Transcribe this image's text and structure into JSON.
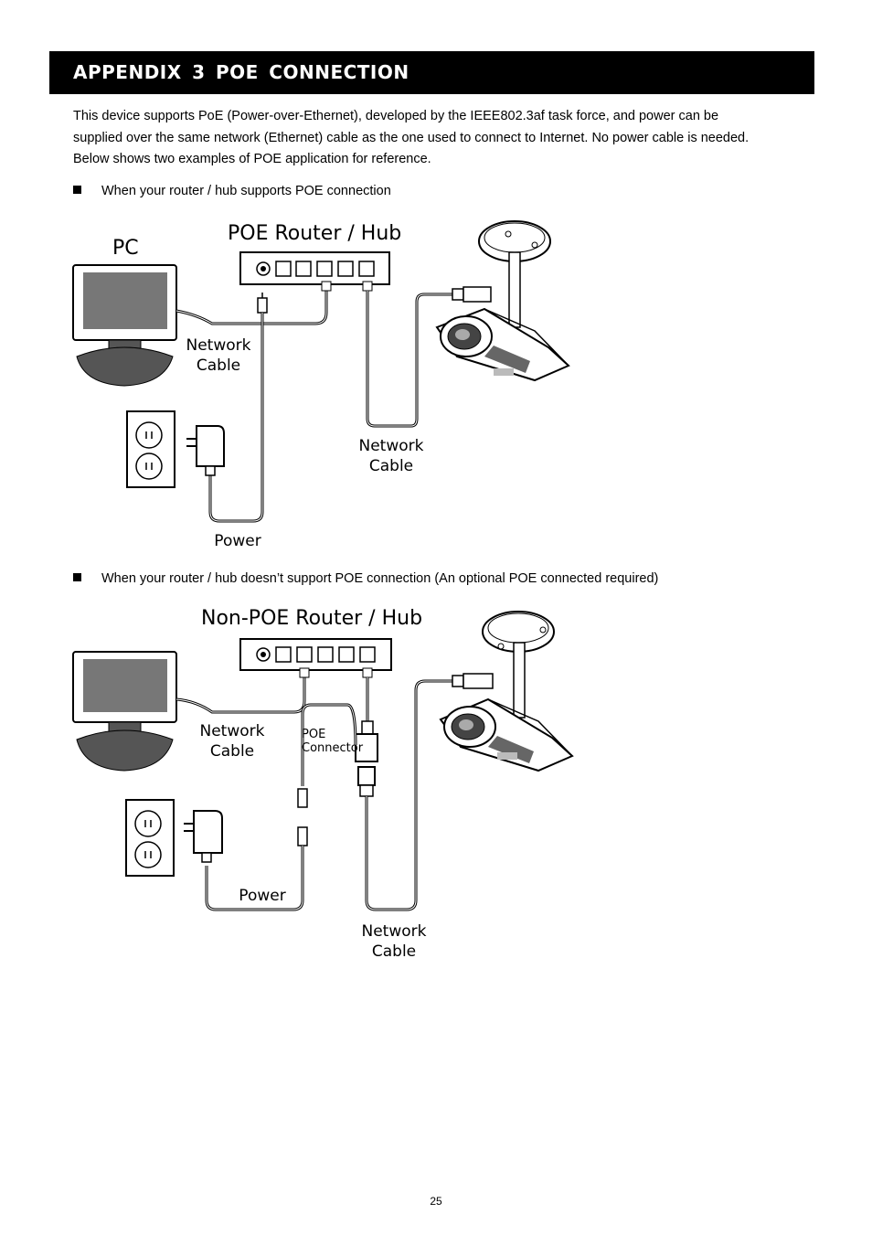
{
  "header": {
    "title": "APPENDIX 3 POE CONNECTION"
  },
  "intro": {
    "lines": [
      "This device supports PoE (Power-over-Ethernet), developed by the IEEE802.3af task force, and power can be",
      "supplied over the same network (Ethernet) cable as the one used to connect to Internet. No power cable is needed.",
      "Below shows two examples of POE application for reference."
    ]
  },
  "section1": {
    "bullet": "When your router / hub supports POE connection",
    "diagram": {
      "router_label": "POE Router / Hub",
      "pc_label": "PC",
      "network_cable_label_1": [
        "Network",
        "Cable"
      ],
      "network_cable_label_2": [
        "Network",
        "Cable"
      ],
      "power_label": "Power"
    }
  },
  "section2": {
    "bullet": "When your router / hub doesn’t support POE connection (An optional POE connected required)",
    "diagram": {
      "router_label": "Non-POE Router / Hub",
      "network_cable_label_1": [
        "Network",
        "Cable"
      ],
      "poe_connector_label": [
        "POE",
        "Connector"
      ],
      "power_label": "Power",
      "network_cable_label_2": [
        "Network",
        "Cable"
      ]
    }
  },
  "footer": {
    "page_number": "25"
  }
}
